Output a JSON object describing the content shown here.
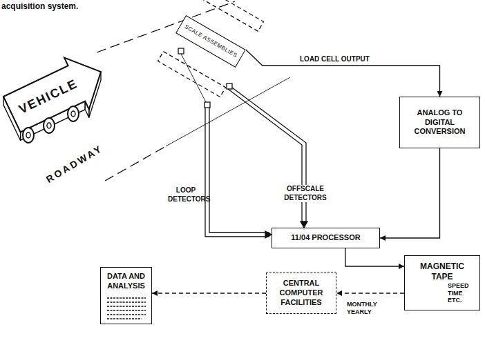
{
  "diagram": {
    "caption": "acquisition system.",
    "nodes": [
      {
        "text": [
          "SCALE ASSEMBLIES"
        ]
      },
      {
        "text": [
          "ANALOG TO DIGITAL CONVERSION"
        ]
      },
      {
        "text": [
          "11/04 PROCESSOR"
        ]
      },
      {
        "text": [
          "MAGNETIC TAPE",
          "SPEED TIME ETC."
        ]
      },
      {
        "text": [
          "CENTRAL COMPUTER FACILITIES"
        ]
      },
      {
        "text": [
          "DATA AND ANALYSIS"
        ]
      }
    ],
    "edges": [
      {
        "from": 0,
        "to": 1,
        "arrow": "to",
        "label": "LOAD CELL OUTPUT"
      },
      {
        "from": 1,
        "to": 2,
        "arrow": "to"
      },
      {
        "from": 2,
        "to": 3,
        "arrow": "to"
      },
      {
        "from": 3,
        "to": 4,
        "arrow": "to",
        "label": "MONTHLY YEARLY"
      },
      {
        "from": 4,
        "to": 5,
        "arrow": "to"
      }
    ],
    "labels": [
      "VEHICLE",
      "ROADWAY",
      "LOOP DETECTORS",
      "OFFSCALE DETECTORS"
    ]
  }
}
